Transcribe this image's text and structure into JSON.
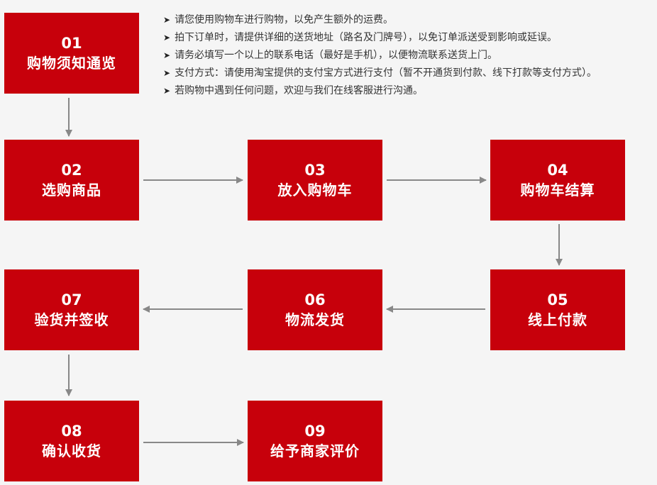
{
  "notes": [
    "请您使用购物车进行购物，以免产生额外的运费。",
    "拍下订单时，请提供详细的送货地址（路名及门牌号），以免订单派送受到影响或延误。",
    "请务必填写一个以上的联系电话（最好是手机），以便物流联系送货上门。",
    "支付方式：请使用淘宝提供的支付宝方式进行支付（暂不开通货到付款、线下打款等支付方式）。",
    "若购物中遇到任何问题，欢迎与我们在线客服进行沟通。"
  ],
  "bullet_glyph": "➤",
  "steps": [
    {
      "num": "01",
      "label": "购物须知通览"
    },
    {
      "num": "02",
      "label": "选购商品"
    },
    {
      "num": "03",
      "label": "放入购物车"
    },
    {
      "num": "04",
      "label": "购物车结算"
    },
    {
      "num": "05",
      "label": "线上付款"
    },
    {
      "num": "06",
      "label": "物流发货"
    },
    {
      "num": "07",
      "label": "验货并签收"
    },
    {
      "num": "08",
      "label": "确认收货"
    },
    {
      "num": "09",
      "label": "给予商家评价"
    }
  ],
  "colors": {
    "step_bg": "#c7000b",
    "arrow": "#888888"
  }
}
